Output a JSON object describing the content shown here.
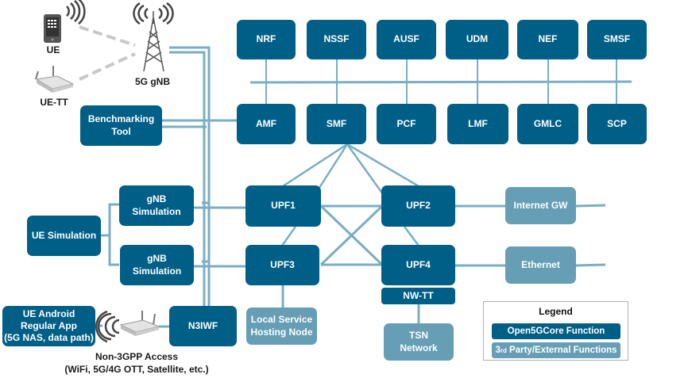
{
  "colors": {
    "core": "#005f87",
    "external": "#659eb5",
    "link": "#7aaec3",
    "wireless": "#c8c8c8"
  },
  "devices": {
    "ue": "UE",
    "ue_tt": "UE-TT",
    "gnb": "5G gNB",
    "non3gpp_title": "Non-3GPP Access",
    "non3gpp_sub": "(WiFi, 5G/4G OTT, Satellite, etc.)"
  },
  "control_plane_top": [
    "NRF",
    "NSSF",
    "AUSF",
    "UDM",
    "NEF",
    "SMSF"
  ],
  "control_plane_bottom": [
    "AMF",
    "SMF",
    "PCF",
    "LMF",
    "GMLC",
    "SCP"
  ],
  "benchmarking_tool": [
    "Benchmarking",
    "Tool"
  ],
  "gnb_sim": [
    "gNB",
    "Simulation"
  ],
  "ue_sim": "UE Simulation",
  "ue_android": [
    "UE Android",
    "Regular App",
    "(5G NAS, data path)"
  ],
  "n3iwf": "N3IWF",
  "upf": [
    "UPF1",
    "UPF2",
    "UPF3",
    "UPF4"
  ],
  "nw_tt": "NW-TT",
  "local_service": [
    "Local Service",
    "Hosting Node"
  ],
  "tsn": [
    "TSN",
    "Network"
  ],
  "internet_gw": "Internet GW",
  "ethernet": "Ethernet",
  "legend": {
    "title": "Legend",
    "core": "Open5GCore Function",
    "external_sup": "rd",
    "external_pre": "3",
    "external_post": " Party/External Functions"
  }
}
